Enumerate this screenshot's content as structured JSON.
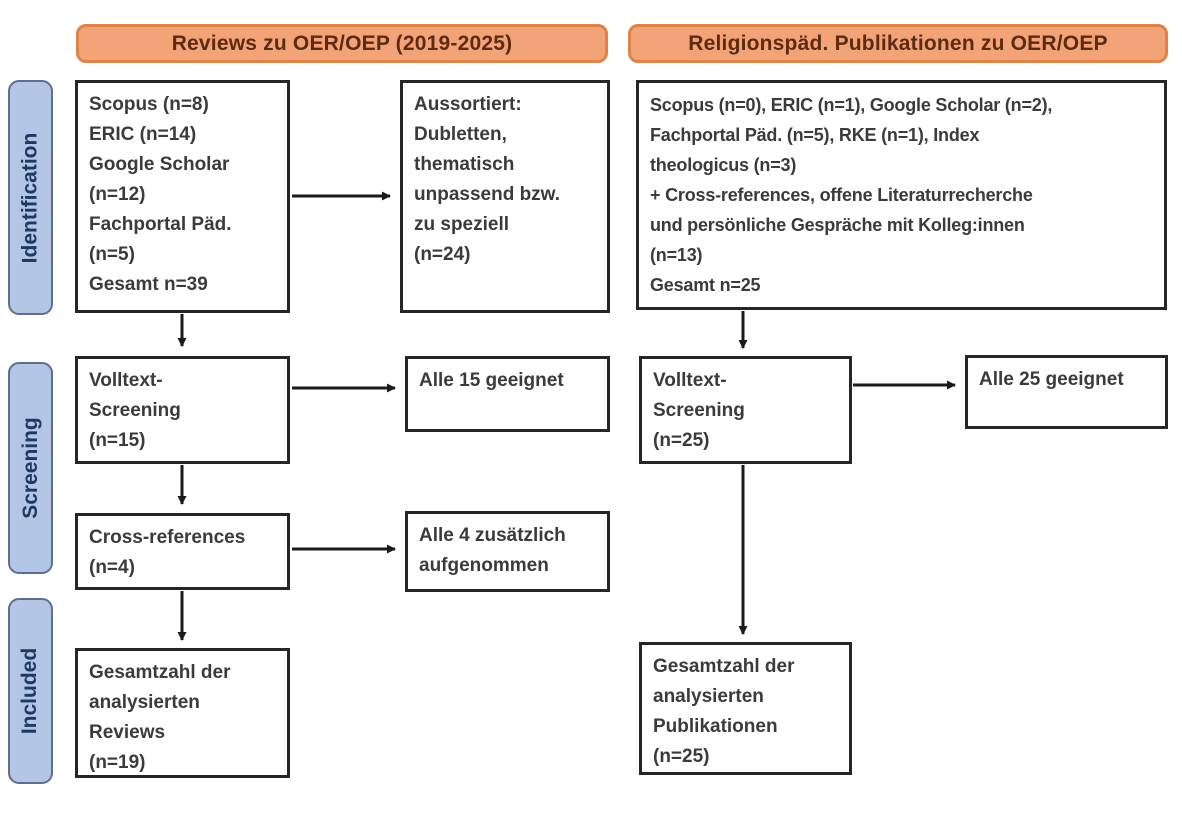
{
  "colors": {
    "background": "#FFFFFF",
    "header_fill": "#F2A478",
    "header_border": "#DF8349",
    "header_text": "#5E2A10",
    "stage_fill": "#B3C6E6",
    "stage_border": "#5E6E8E",
    "stage_text": "#1F3864",
    "box_border": "#262626",
    "box_text": "#3B3B3B",
    "arrow": "#1A1A1A"
  },
  "columns": {
    "left": {
      "header": "Reviews zu OER/OEP (2019-2025)"
    },
    "right": {
      "header": "Religionspäd. Publikationen zu OER/OEP"
    }
  },
  "stages": {
    "identification": "Identification",
    "screening": "Screening",
    "included": "Included"
  },
  "boxes": {
    "left_sources": [
      "Scopus (n=8)",
      "ERIC (n=14)",
      "Google Scholar",
      "(n=12)",
      "Fachportal Päd.",
      "(n=5)",
      "Gesamt n=39"
    ],
    "left_excluded": [
      "Aussortiert:",
      "Dubletten,",
      "thematisch",
      "unpassend bzw.",
      "zu speziell",
      "(n=24)"
    ],
    "right_sources": [
      "Scopus (n=0), ERIC (n=1), Google Scholar (n=2),",
      "Fachportal Päd. (n=5), RKE (n=1), Index",
      "theologicus (n=3)",
      "+ Cross-references, offene Literaturrecherche",
      "und persönliche Gespräche mit Kolleg:innen",
      "(n=13)",
      "Gesamt n=25"
    ],
    "left_fulltext": [
      "Volltext-",
      "Screening",
      "(n=15)"
    ],
    "left_fulltext_result": [
      "Alle 15 geeignet"
    ],
    "left_crossref": [
      "Cross-references",
      "(n=4)"
    ],
    "left_crossref_result": [
      "Alle 4 zusätzlich",
      "aufgenommen"
    ],
    "left_included": [
      "Gesamtzahl der",
      "analysierten",
      "Reviews",
      "(n=19)"
    ],
    "right_fulltext": [
      "Volltext-",
      "Screening",
      "(n=25)"
    ],
    "right_fulltext_result": [
      "Alle 25 geeignet"
    ],
    "right_included": [
      "Gesamtzahl der",
      "analysierten",
      "Publikationen",
      "(n=25)"
    ]
  }
}
